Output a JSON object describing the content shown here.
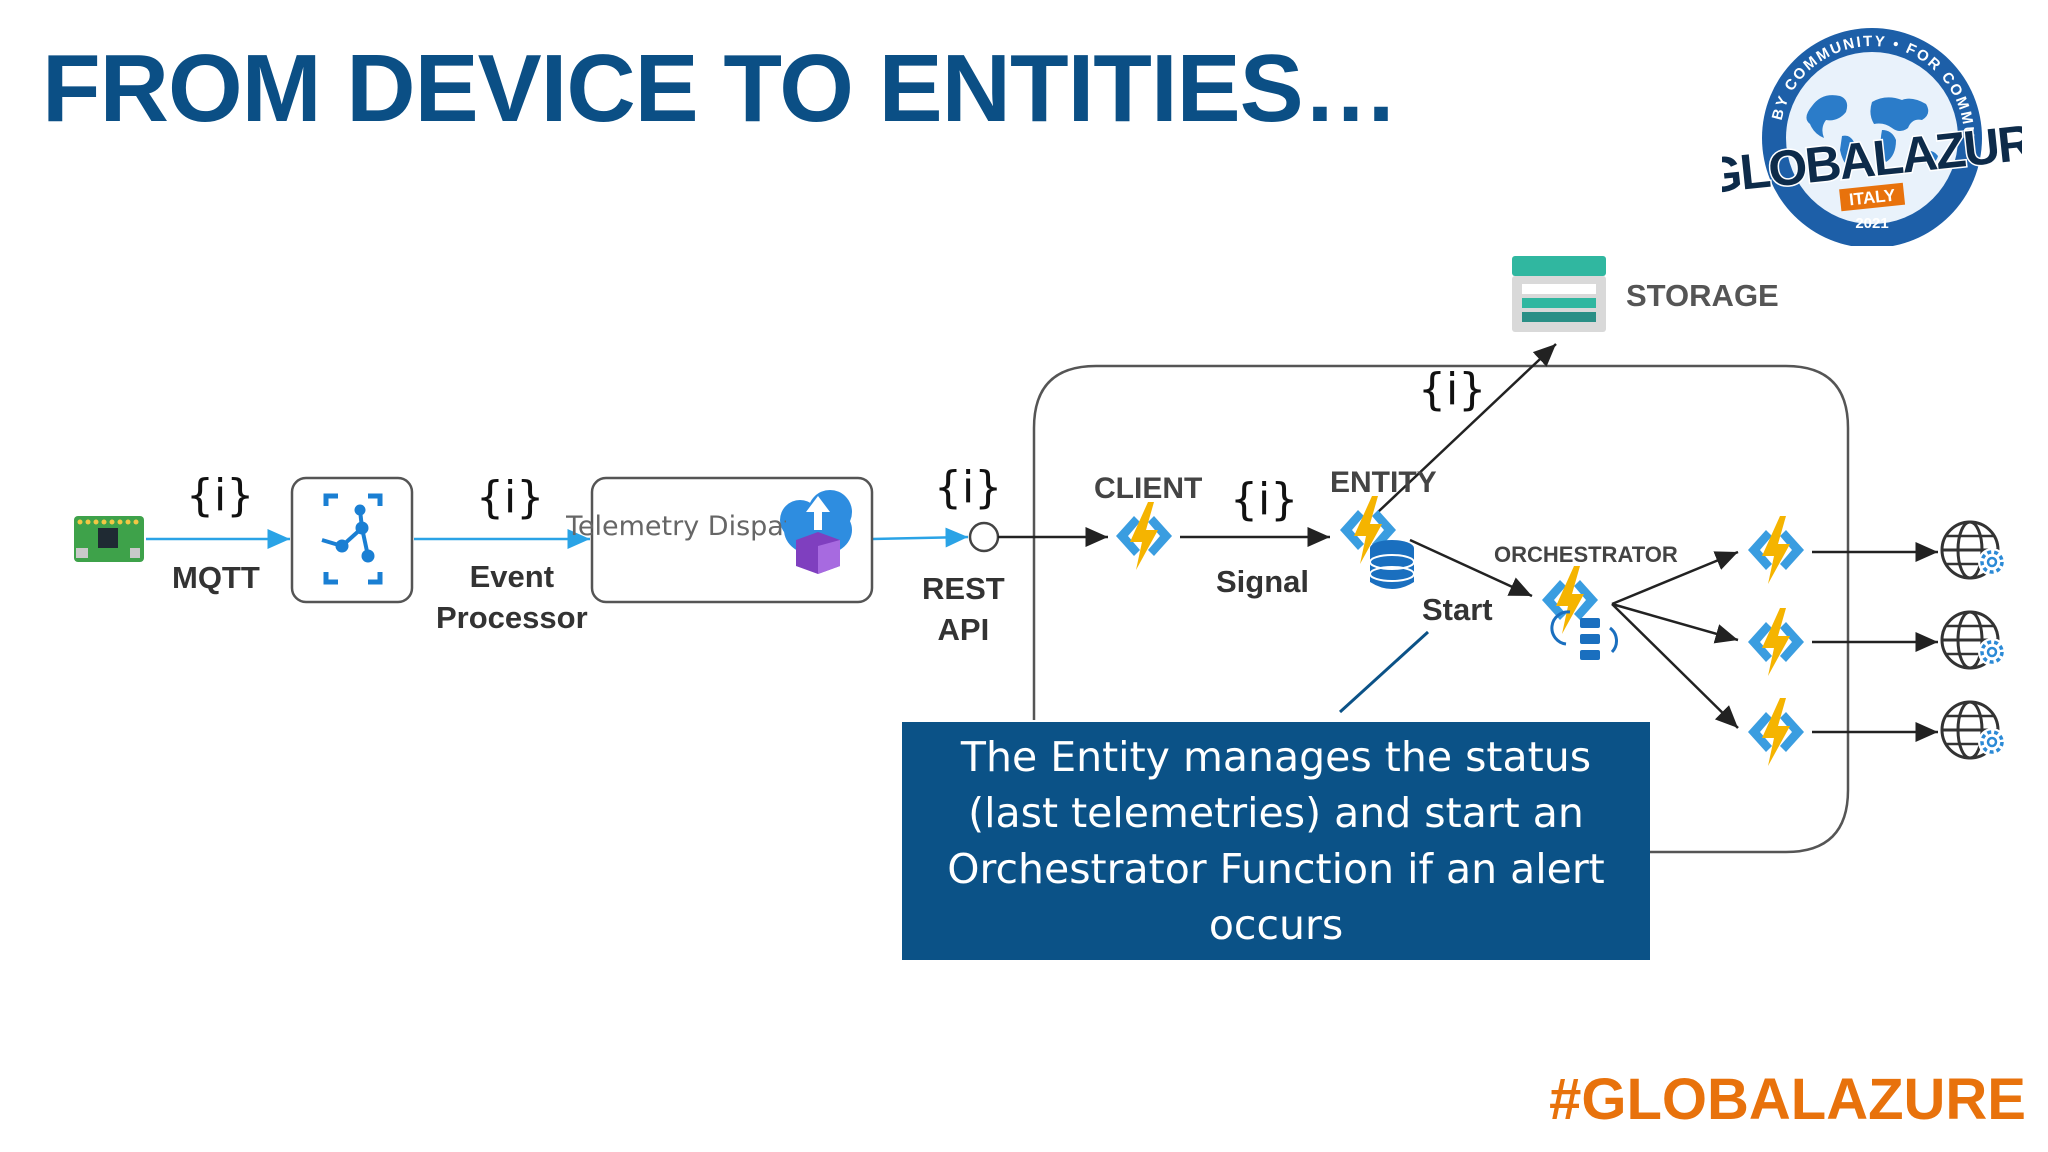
{
  "slide": {
    "title": "FROM DEVICE TO ENTITIES…",
    "footer_hashtag": "#GLOBALAZURE"
  },
  "logo": {
    "ring_text": "BY COMMUNITY • FOR COMMUNITY •",
    "hashtag": "#GLOBALAZURE",
    "country": "ITALY",
    "year": "2021"
  },
  "diagram": {
    "json_symbol": "{i}",
    "protocol_label": "MQTT",
    "event_processor_label_line1": "Event",
    "event_processor_label_line2": "Processor",
    "dispatcher_caption": "Telemetry Dispatcher",
    "rest_api_line1": "REST",
    "rest_api_line2": "API",
    "client_label": "CLIENT",
    "signal_label": "Signal",
    "entity_label": "ENTITY",
    "start_label": "Start",
    "orchestrator_label": "ORCHESTRATOR",
    "storage_label": "STORAGE"
  },
  "callout": {
    "text": "The Entity manages the status (last telemetries) and start an Orchestrator Function if an alert occurs"
  },
  "colors": {
    "title": "#0b4f85",
    "footer": "#e8720c",
    "callout_bg": "#0b5287",
    "flow_line": "#2aa3e6",
    "function_bolt": "#f5b400",
    "function_bracket": "#3a9de0"
  }
}
